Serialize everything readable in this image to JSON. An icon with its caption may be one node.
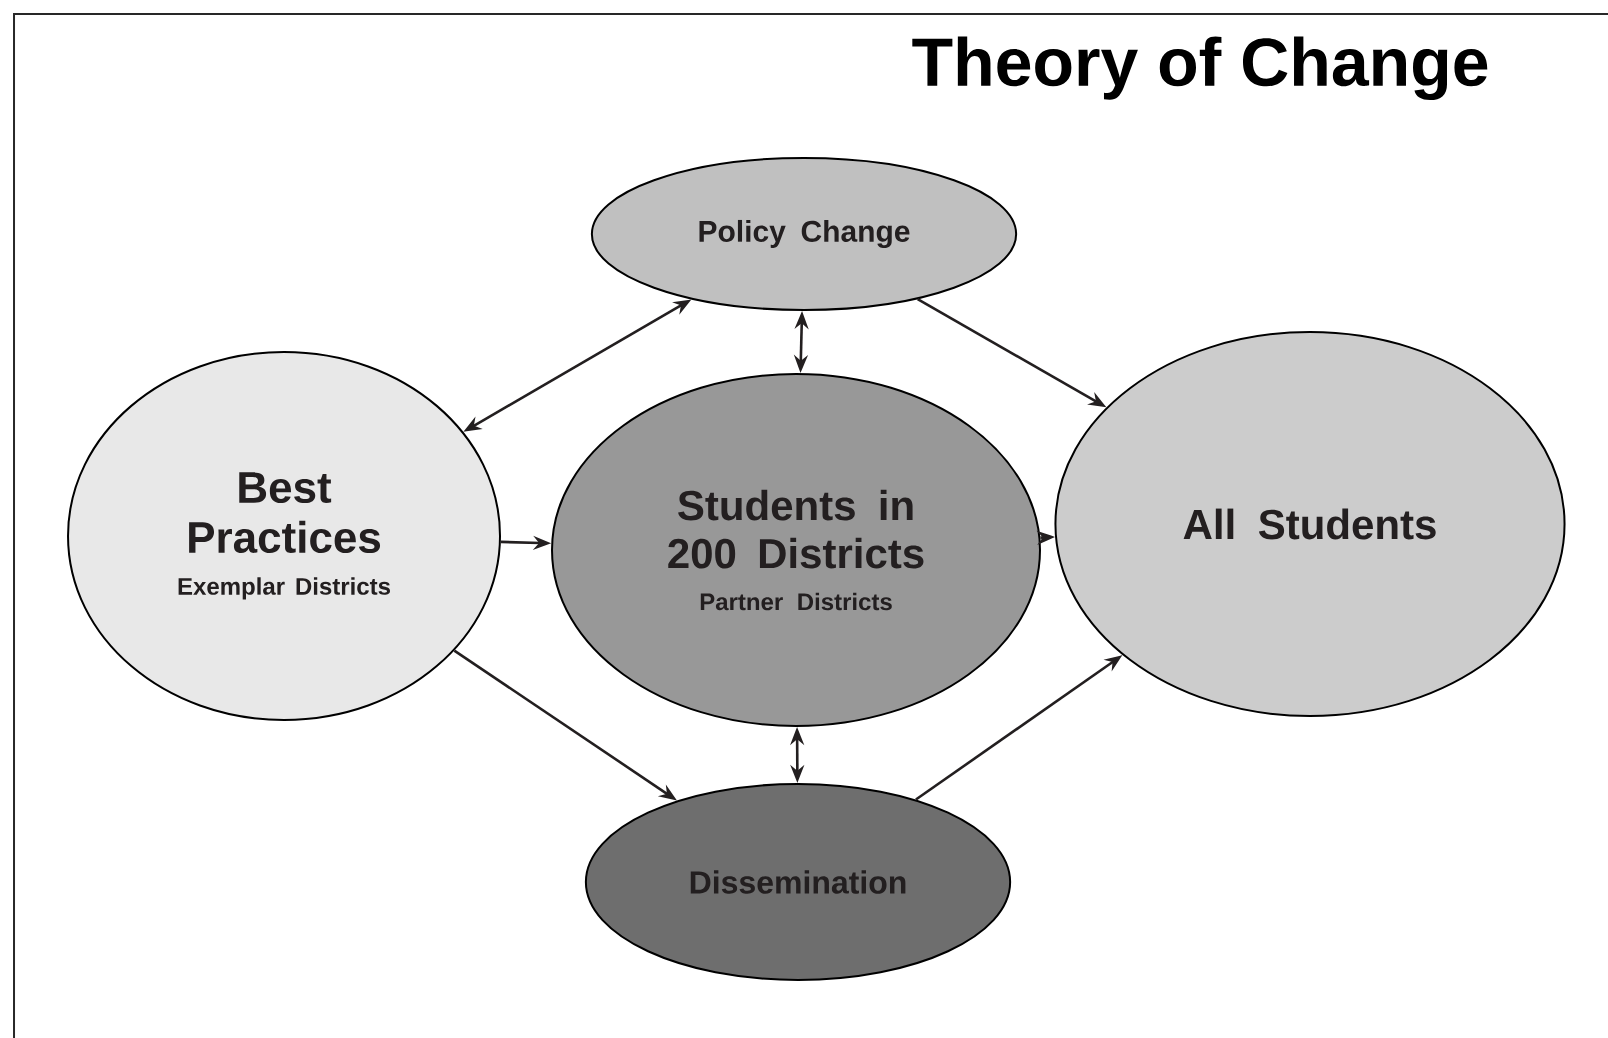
{
  "diagram": {
    "title": "Theory of Change",
    "nodes": [
      {
        "text": [
          "Policy Change"
        ]
      },
      {
        "text": [
          "Best Practices",
          "Exemplar Districts"
        ]
      },
      {
        "text": [
          "Students in 200 Districts",
          "Partner Districts"
        ]
      },
      {
        "text": [
          "All Students"
        ]
      },
      {
        "text": [
          "Dissemination"
        ]
      }
    ],
    "edges": [
      {
        "from": 1,
        "to": 0,
        "arrow": "both"
      },
      {
        "from": 0,
        "to": 2,
        "arrow": "both"
      },
      {
        "from": 0,
        "to": 3,
        "arrow": "to"
      },
      {
        "from": 1,
        "to": 2,
        "arrow": "to"
      },
      {
        "from": 2,
        "to": 3,
        "arrow": "to"
      },
      {
        "from": 1,
        "to": 4,
        "arrow": "to"
      },
      {
        "from": 2,
        "to": 4,
        "arrow": "both"
      },
      {
        "from": 4,
        "to": 3,
        "arrow": "to"
      }
    ]
  }
}
